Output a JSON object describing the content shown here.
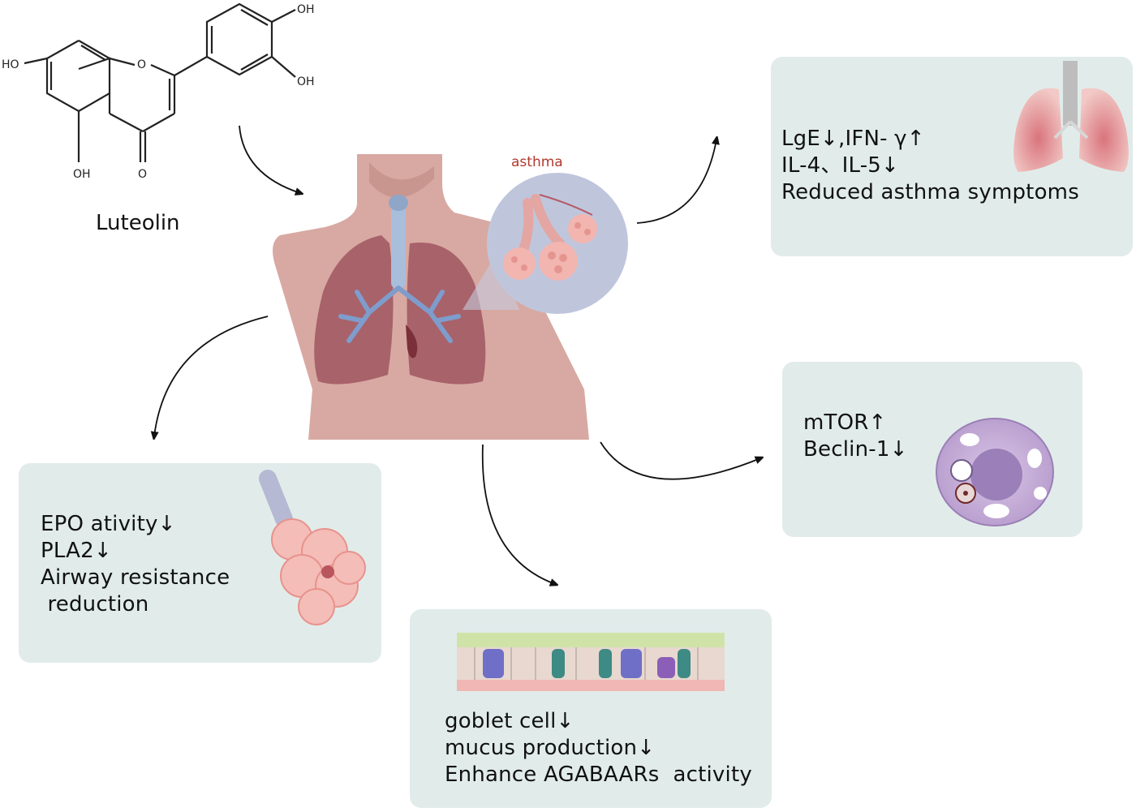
{
  "molecule": {
    "name": "Luteolin",
    "atom_labels": {
      "oh_top": "OH",
      "oh_right": "OH",
      "ho_left": "HO",
      "oh_bottom": "OH",
      "o_ring": "O",
      "o_keto": "O"
    }
  },
  "body_figure": {
    "callout": "asthma"
  },
  "outcomes": {
    "immune": {
      "lines": [
        "LgE↓,IFN- γ↑",
        "IL-4、IL-5↓",
        "Reduced asthma symptoms"
      ]
    },
    "autophagy": {
      "lines": [
        "mTOR↑",
        "Beclin-1↓"
      ]
    },
    "airway": {
      "lines": [
        "EPO ativity↓",
        "PLA2↓",
        "Airway resistance",
        " reduction"
      ]
    },
    "mucus": {
      "lines": [
        "goblet cell↓",
        "mucus production↓",
        "Enhance AGABAARs  activity"
      ]
    }
  },
  "colors": {
    "panel": "#e1ecea",
    "skin": "#d8a9a2",
    "lung": "#a8626a",
    "trachea": "#a9bedb",
    "cell": "#c8b3d9",
    "arrow": "#111111",
    "callout_text": "#b03a2e"
  }
}
